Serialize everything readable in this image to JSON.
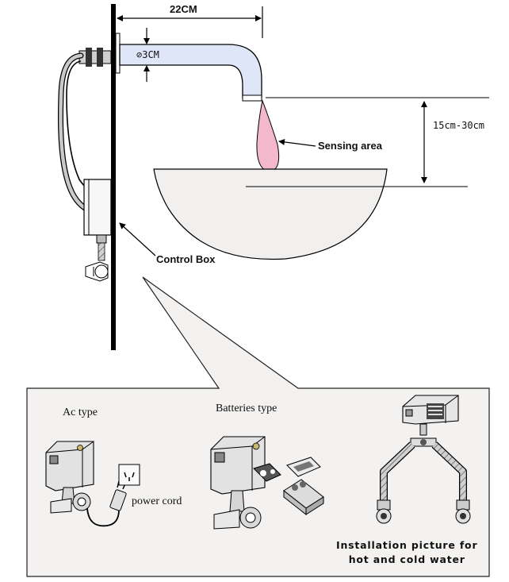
{
  "labels": {
    "width_dim": "22CM",
    "diameter_dim": "3CM",
    "diameter_symbol": "⊘",
    "height_range": "15cm-30cm",
    "sensing_area": "Sensing area",
    "control_box": "Control Box"
  },
  "inset": {
    "ac_type": "Ac type",
    "batteries_type": "Batteries type",
    "power_cord": "power cord",
    "installation_line1": "Installation picture for",
    "installation_line2": "hot and cold water"
  },
  "colors": {
    "spout_fill": "#dfe6f8",
    "sensing_fill": "#f3b8cc",
    "panel_fill": "#f3f2f1",
    "basin_fill": "#f1f0ef",
    "hose_fill": "#c9c9c9"
  }
}
